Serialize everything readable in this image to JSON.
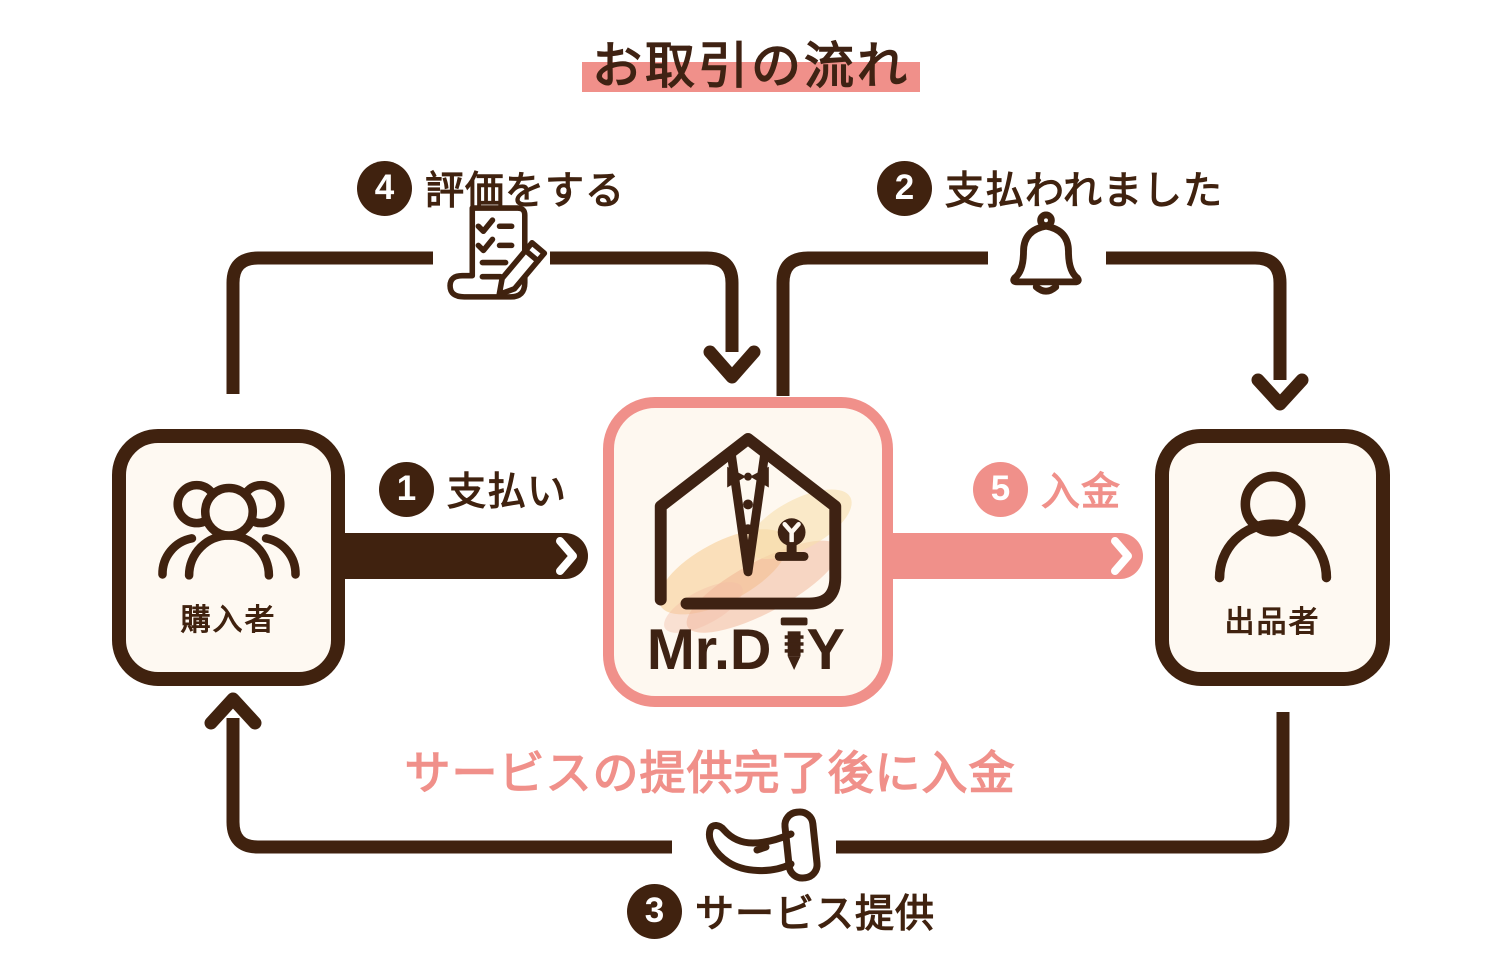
{
  "title": "お取引の流れ",
  "caption": "サービスの提供完了後に入金",
  "colors": {
    "dark_brown": "#40220F",
    "pink": "#F0908A",
    "cream_box": "#FEF9F2",
    "cream_center": "#FEF8F0"
  },
  "entities": {
    "buyer": {
      "label": "購入者",
      "icon": "people-group-icon"
    },
    "platform": {
      "name": "Mr.DIY",
      "logo_text_before_screw": "Mr.D",
      "logo_text_after_screw": "Y",
      "icon": "tuxedo-house-logo"
    },
    "seller": {
      "label": "出品者",
      "icon": "person-icon"
    }
  },
  "steps": [
    {
      "num": "1",
      "label": "支払い",
      "color": "#40220F",
      "icon": ""
    },
    {
      "num": "2",
      "label": "支払われました",
      "color": "#40220F",
      "icon": "bell-icon"
    },
    {
      "num": "3",
      "label": "サービス提供",
      "color": "#40220F",
      "icon": "offering-hand-icon"
    },
    {
      "num": "4",
      "label": "評価をする",
      "color": "#40220F",
      "icon": "checklist-pencil-icon"
    },
    {
      "num": "5",
      "label": "入金",
      "color": "#F0908A",
      "icon": ""
    }
  ]
}
